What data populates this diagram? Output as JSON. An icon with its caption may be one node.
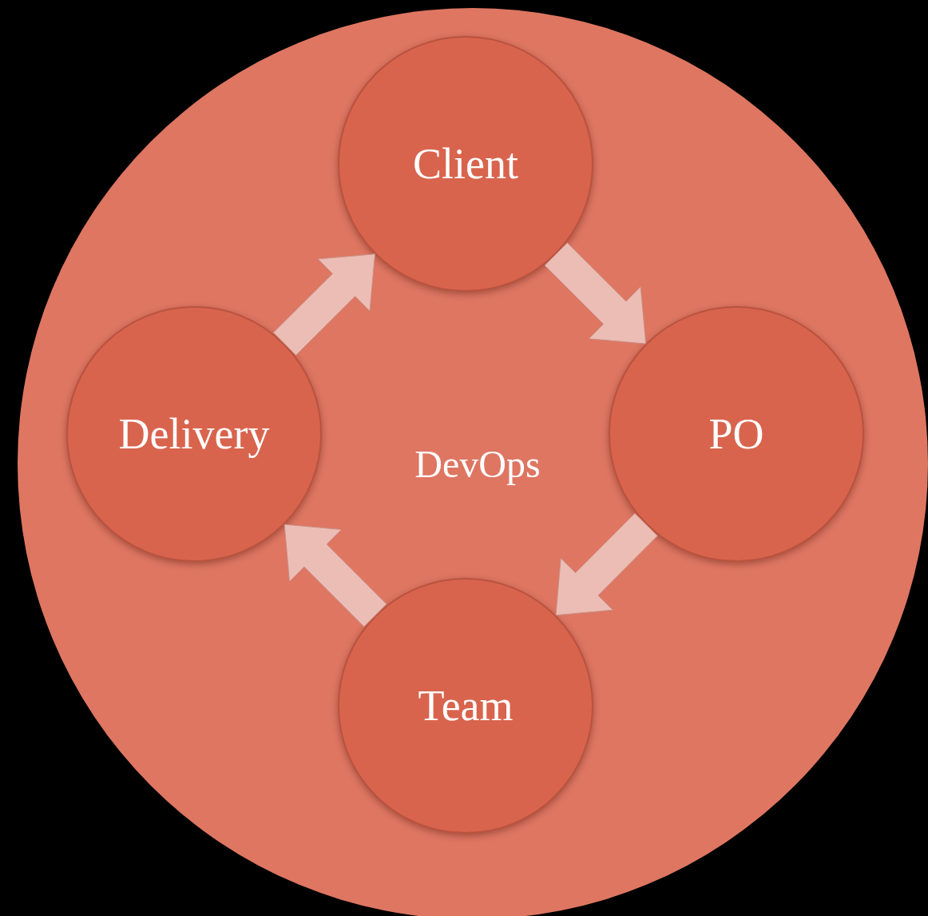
{
  "diagram": {
    "nodes": [
      {
        "text": [
          "DevOps"
        ]
      },
      {
        "text": [
          "Client"
        ],
        "in": 0
      },
      {
        "text": [
          "PO"
        ],
        "in": 0
      },
      {
        "text": [
          "Team"
        ],
        "in": 0
      },
      {
        "text": [
          "Delivery"
        ],
        "in": 0
      }
    ],
    "edges": [
      {
        "from": 1,
        "to": 2,
        "arrow": "to"
      },
      {
        "from": 2,
        "to": 3,
        "arrow": "to"
      },
      {
        "from": 3,
        "to": 4,
        "arrow": "to"
      },
      {
        "from": 4,
        "to": 1,
        "arrow": "to"
      }
    ]
  }
}
